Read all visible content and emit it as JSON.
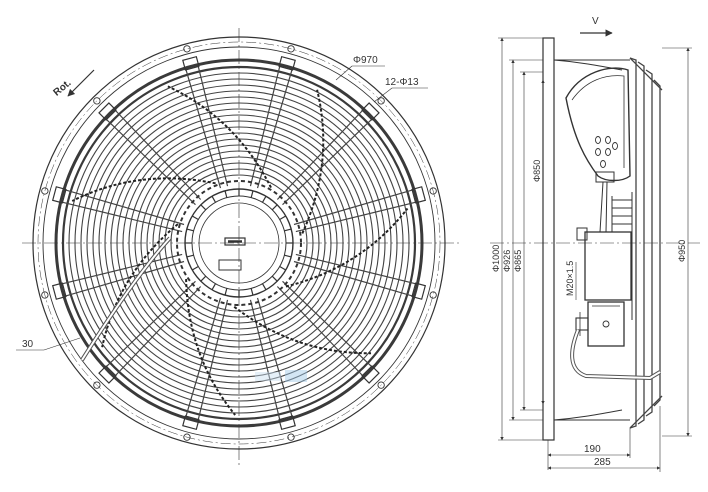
{
  "front_view": {
    "rotation_label": "Rot.",
    "outer_diameter": "Φ970",
    "holes": "12-Φ13",
    "blade_angle": "30"
  },
  "side_view": {
    "airflow_label": "V",
    "d1000": "Φ1000",
    "d926": "Φ926",
    "d865": "Φ865",
    "d850": "Φ850",
    "d950": "Φ950",
    "cable_gland": "M20×1.5",
    "depth_190": "190",
    "depth_285": "285"
  },
  "colors": {
    "line": "#333333",
    "guard": "#3a3a3a",
    "dashed": "#222222",
    "watermark": "#9fc8e8"
  },
  "icons": {
    "rotation_arrow": "rotation-arrow-icon",
    "airflow_arrow": "airflow-arrow-icon"
  }
}
